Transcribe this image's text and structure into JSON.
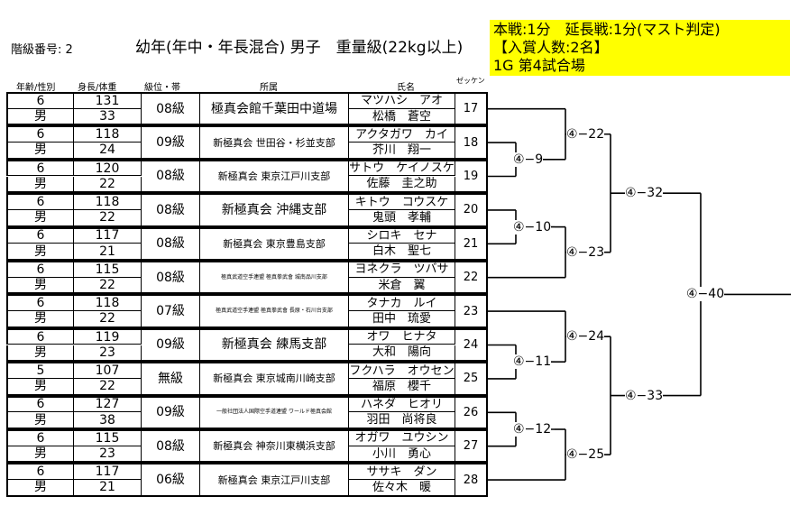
{
  "header": {
    "class_no": "階級番号: 2",
    "title": "幼年(年中・年長混合) 男子　重量級(22kg以上)",
    "info": [
      "本戦:1分　延長戦:1分(マスト判定)",
      "【入賞人数:2名】",
      "1G 第4試合場"
    ],
    "info_bg": "#ffff00"
  },
  "columns": {
    "age_sex": "年齢/性別",
    "height_weight": "身長/体重",
    "rank": "級位・帯",
    "affiliation": "所属",
    "name": "氏名",
    "bib": "ゼッケン"
  },
  "players": [
    {
      "age": "6",
      "sex": "男",
      "height": "131",
      "weight": "33",
      "rank": "08級",
      "affiliation": "極真会館千葉田中道場",
      "kana": "マツハシ　アオ",
      "kanji": "松橋　蒼空",
      "bib": "17",
      "aff_size": "large"
    },
    {
      "age": "6",
      "sex": "男",
      "height": "118",
      "weight": "24",
      "rank": "09級",
      "affiliation": "新極真会 世田谷・杉並支部",
      "kana": "アクタガワ　カイ",
      "kanji": "芥川　翔一",
      "bib": "18",
      "aff_size": "mid"
    },
    {
      "age": "6",
      "sex": "男",
      "height": "120",
      "weight": "22",
      "rank": "08級",
      "affiliation": "新極真会 東京江戸川支部",
      "kana": "サトウ　ケイノスケ",
      "kanji": "佐藤　圭之助",
      "bib": "19",
      "aff_size": "mid"
    },
    {
      "age": "6",
      "sex": "男",
      "height": "118",
      "weight": "22",
      "rank": "08級",
      "affiliation": "新極真会 沖縄支部",
      "kana": "キトウ　コウスケ",
      "kanji": "鬼頭　孝輔",
      "bib": "20",
      "aff_size": "large"
    },
    {
      "age": "6",
      "sex": "男",
      "height": "117",
      "weight": "21",
      "rank": "08級",
      "affiliation": "新極真会 東京豊島支部",
      "kana": "シロキ　セナ",
      "kanji": "白木　聖七",
      "bib": "21",
      "aff_size": "mid"
    },
    {
      "age": "6",
      "sex": "男",
      "height": "115",
      "weight": "22",
      "rank": "08級",
      "affiliation": "極真武道空手連盟 極真拳武會 城南品川支部",
      "kana": "ヨネクラ　ツバサ",
      "kanji": "米倉　翼",
      "bib": "22",
      "aff_size": "small"
    },
    {
      "age": "6",
      "sex": "男",
      "height": "118",
      "weight": "22",
      "rank": "07級",
      "affiliation": "極真武道空手連盟 極真拳武會 長原・石川台支部",
      "kana": "タナカ　ルイ",
      "kanji": "田中　琉愛",
      "bib": "23",
      "aff_size": "small"
    },
    {
      "age": "6",
      "sex": "男",
      "height": "119",
      "weight": "23",
      "rank": "09級",
      "affiliation": "新極真会 練馬支部",
      "kana": "オワ　ヒナタ",
      "kanji": "大和　陽向",
      "bib": "24",
      "aff_size": "large"
    },
    {
      "age": "5",
      "sex": "男",
      "height": "107",
      "weight": "22",
      "rank": "無級",
      "affiliation": "新極真会 東京城南川崎支部",
      "kana": "フクハラ　オウセン",
      "kanji": "福原　櫻千",
      "bib": "25",
      "aff_size": "mid"
    },
    {
      "age": "6",
      "sex": "男",
      "height": "127",
      "weight": "38",
      "rank": "09級",
      "affiliation": "一般社団法人国際空手道連盟 ワールド極真会館",
      "kana": "ハネダ　ヒオリ",
      "kanji": "羽田　尚将良",
      "bib": "26",
      "aff_size": "small"
    },
    {
      "age": "6",
      "sex": "男",
      "height": "115",
      "weight": "23",
      "rank": "08級",
      "affiliation": "新極真会 神奈川東横浜支部",
      "kana": "オガワ　ユウシン",
      "kanji": "小川　勇心",
      "bib": "27",
      "aff_size": "mid"
    },
    {
      "age": "6",
      "sex": "男",
      "height": "117",
      "weight": "21",
      "rank": "06級",
      "affiliation": "新極真会 東京江戸川支部",
      "kana": "ササキ　ダン",
      "kanji": "佐々木　暖",
      "bib": "28",
      "aff_size": "mid"
    }
  ],
  "bracket": {
    "matches": [
      "④−9",
      "④−10",
      "④−11",
      "④−12",
      "④−22",
      "④−23",
      "④−24",
      "④−25",
      "④−32",
      "④−33",
      "④−40"
    ]
  }
}
